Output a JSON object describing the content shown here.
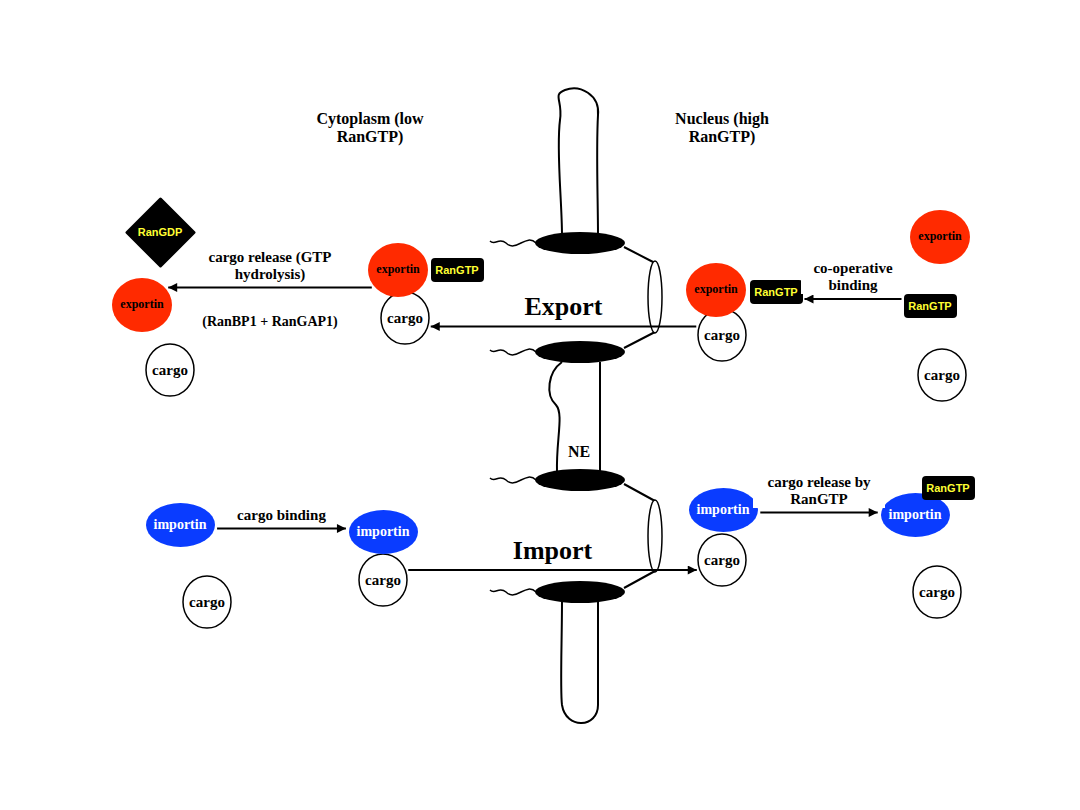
{
  "diagram": {
    "nodes": [
      {
        "text": [
          "RanGDP"
        ]
      },
      {
        "text": [
          "exportin"
        ]
      },
      {
        "text": [
          "cargo"
        ]
      },
      {
        "text": [
          "exportin"
        ]
      },
      {
        "text": [
          "RanGTP"
        ]
      },
      {
        "text": [
          "cargo"
        ]
      },
      {
        "text": [
          "exportin"
        ]
      },
      {
        "text": [
          "RanGTP"
        ]
      },
      {
        "text": [
          "cargo"
        ]
      },
      {
        "text": [
          "exportin"
        ]
      },
      {
        "text": [
          "RanGTP"
        ]
      },
      {
        "text": [
          "cargo"
        ]
      },
      {
        "text": [
          "importin"
        ]
      },
      {
        "text": [
          "cargo"
        ]
      },
      {
        "text": [
          "importin"
        ]
      },
      {
        "text": [
          "cargo"
        ]
      },
      {
        "text": [
          "importin"
        ]
      },
      {
        "text": [
          "cargo"
        ]
      },
      {
        "text": [
          "RanGTP"
        ]
      },
      {
        "text": [
          "importin"
        ]
      },
      {
        "text": [
          "cargo"
        ]
      }
    ],
    "edges": [
      {
        "from": 10,
        "to": 7,
        "arrow": "to",
        "label": "co-operative binding"
      },
      {
        "from": 8,
        "to": 5,
        "arrow": "to",
        "label": "Export"
      },
      {
        "from": 3,
        "to": 1,
        "arrow": "to",
        "label": "cargo release (GTP hydrolysis)"
      },
      {
        "from": 12,
        "to": 14,
        "arrow": "to",
        "label": "cargo binding"
      },
      {
        "from": 15,
        "to": 17,
        "arrow": "to",
        "label": "Import"
      },
      {
        "from": 16,
        "to": 19,
        "arrow": "to",
        "label": "cargo release by RanGTP"
      }
    ],
    "labels": [
      "Cytoplasm (low RanGTP)",
      "Nucleus (high RanGTP)",
      "(RanBP1 + RanGAP1)",
      "NE"
    ]
  }
}
